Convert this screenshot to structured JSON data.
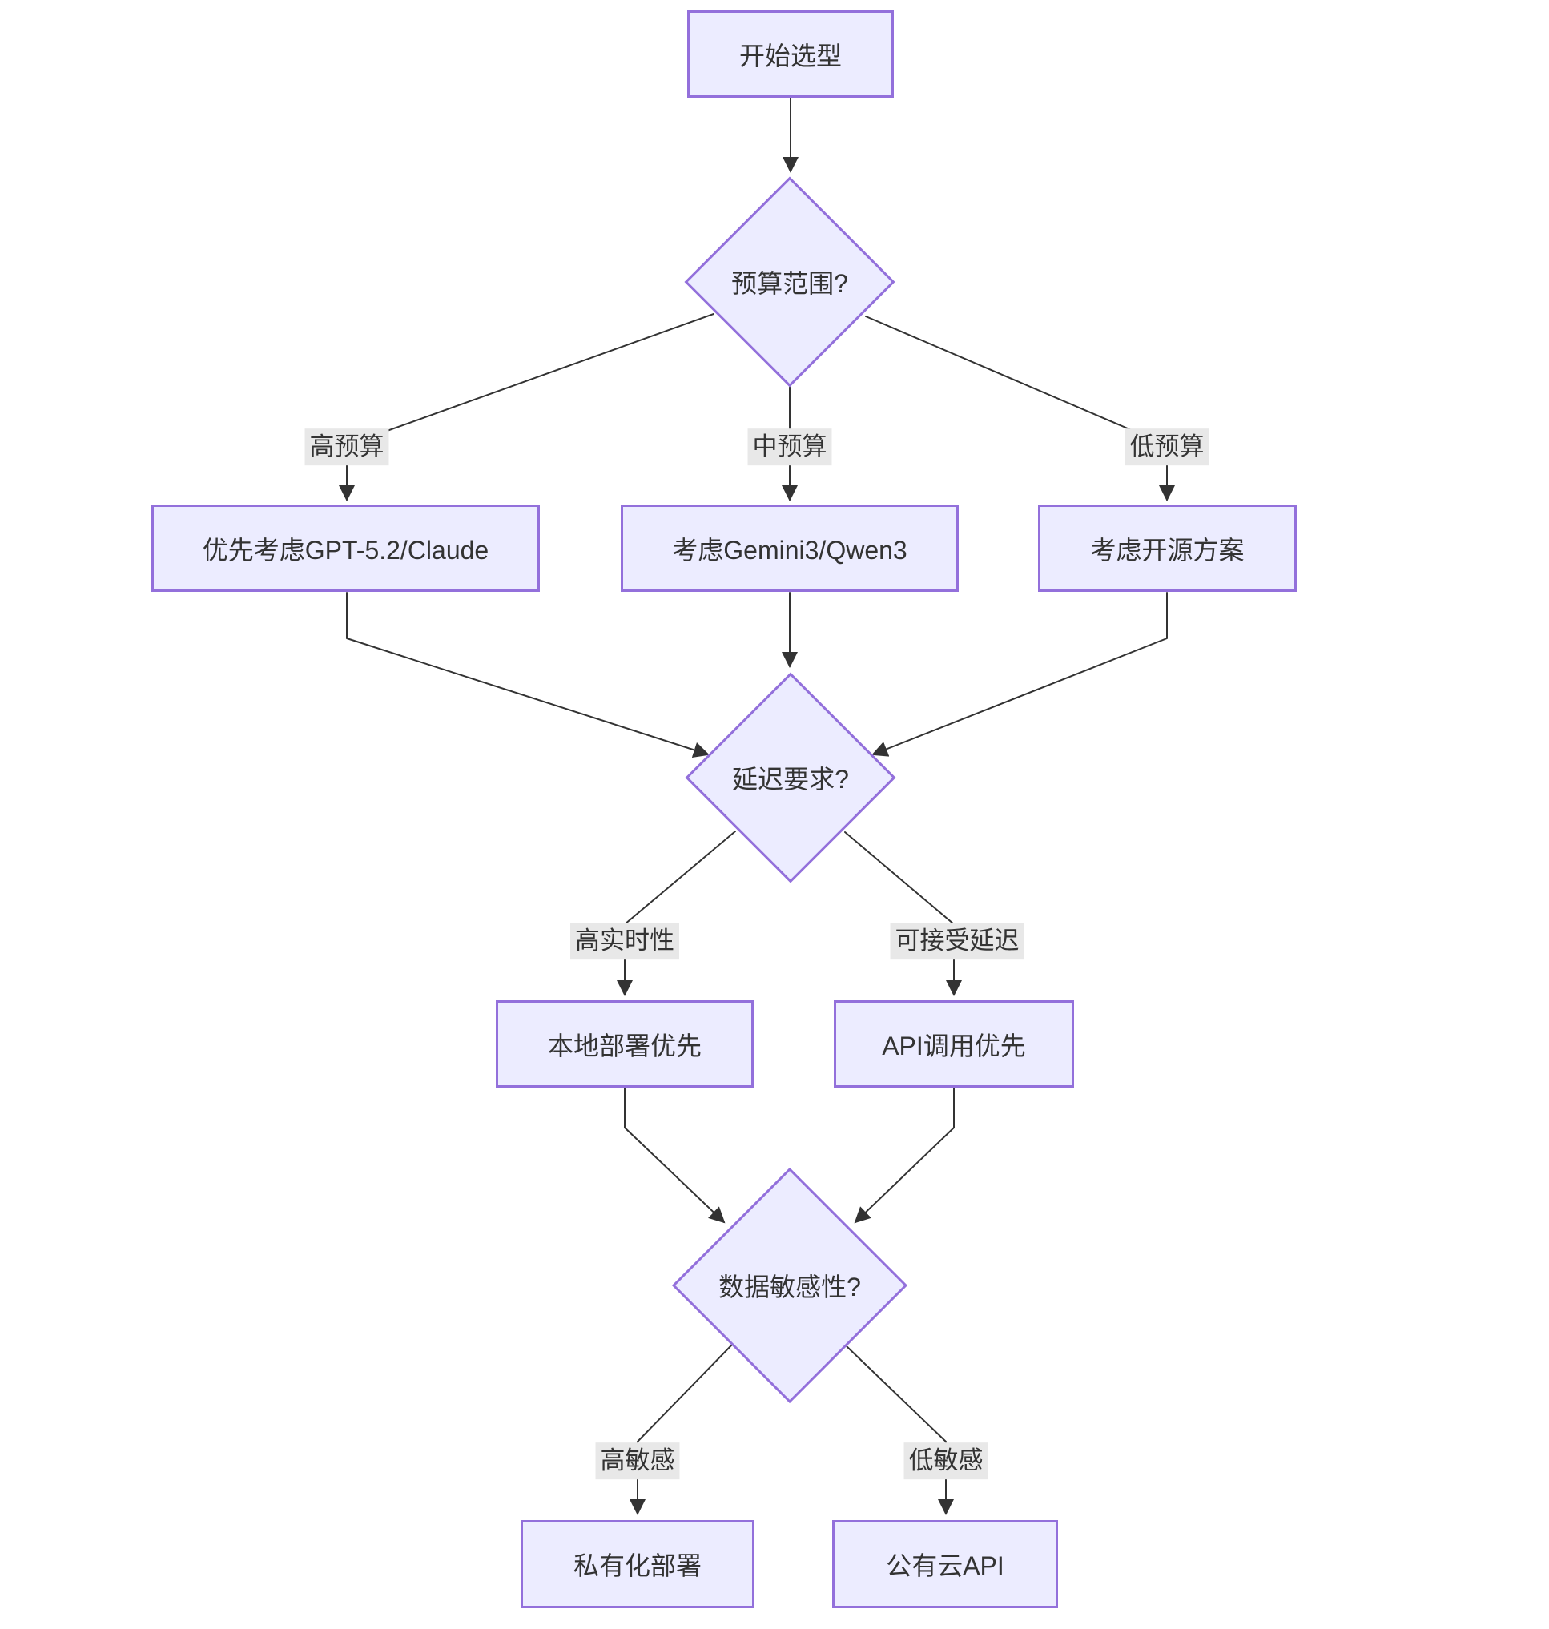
{
  "diagram": {
    "title_hint": "LLM selection decision flowchart",
    "colors": {
      "node_fill": "#ECECFF",
      "node_border": "#9370DB",
      "edge_line": "#333333",
      "text": "#333333",
      "edge_label_bg": "#e8e8e8",
      "background": "#ffffff"
    },
    "nodes": {
      "start": {
        "label": "开始选型",
        "shape": "rect"
      },
      "budget": {
        "label": "预算范围?",
        "shape": "diamond"
      },
      "high_budget_option": {
        "label": "优先考虑GPT-5.2/Claude",
        "shape": "rect"
      },
      "mid_budget_option": {
        "label": "考虑Gemini3/Qwen3",
        "shape": "rect"
      },
      "low_budget_option": {
        "label": "考虑开源方案",
        "shape": "rect"
      },
      "latency": {
        "label": "延迟要求?",
        "shape": "diamond"
      },
      "local_first": {
        "label": "本地部署优先",
        "shape": "rect"
      },
      "api_first": {
        "label": "API调用优先",
        "shape": "rect"
      },
      "sensitivity": {
        "label": "数据敏感性?",
        "shape": "diamond"
      },
      "private_deploy": {
        "label": "私有化部署",
        "shape": "rect"
      },
      "public_cloud_api": {
        "label": "公有云API",
        "shape": "rect"
      }
    },
    "edge_labels": {
      "high_budget": "高预算",
      "mid_budget": "中预算",
      "low_budget": "低预算",
      "high_realtime": "高实时性",
      "delay_acceptable": "可接受延迟",
      "high_sensitive": "高敏感",
      "low_sensitive": "低敏感"
    }
  }
}
